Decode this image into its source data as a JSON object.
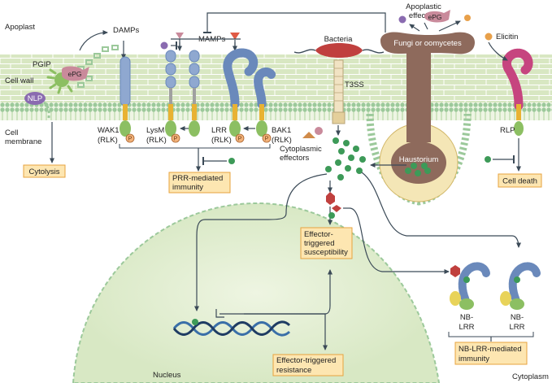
{
  "regions": {
    "apoplast": "Apoplast",
    "cell_wall": "Cell wall",
    "cell_membrane": [
      "Cell",
      "membrane"
    ],
    "cytoplasm": "Cytoplasm",
    "nucleus": "Nucleus"
  },
  "molecules": {
    "damps": "DAMPs",
    "mamps": "MAMPs",
    "pgip": "PGIP",
    "epg_wall": "ePG",
    "nlp": "NLP",
    "apoplastic_effectors": [
      "Apoplastic",
      "effectors"
    ],
    "epg_fungi": "ePG",
    "elicitin": "Elicitin",
    "bacteria": "Bacteria",
    "fungi": "Fungi or oomycetes",
    "t3ss": "T3SS",
    "haustorium": "Haustorium",
    "cytoplasmic_effectors": [
      "Cytoplasmic",
      "effectors"
    ],
    "phospho": "P"
  },
  "receptors": [
    {
      "name": "WAK1",
      "type": "(RLK)"
    },
    {
      "name": "LysM",
      "type": "(RLK)"
    },
    {
      "name": "LRR",
      "type": "(RLK)"
    },
    {
      "name": "BAK1",
      "type": "(RLK)"
    },
    {
      "name": "RLP",
      "type": ""
    }
  ],
  "nb_lrr": [
    {
      "name": [
        "NB-",
        "LRR"
      ]
    },
    {
      "name": [
        "NB-",
        "LRR"
      ]
    }
  ],
  "outcome_boxes": {
    "cytolysis": [
      "Cytolysis"
    ],
    "prr": [
      "PRR-mediated",
      "immunity"
    ],
    "cell_death": [
      "Cell death"
    ],
    "ets": [
      "Effector-",
      "triggered",
      "susceptibility"
    ],
    "etr": [
      "Effector-triggered",
      "resistance"
    ],
    "nb_lrr_immunity": [
      "NB-LRR-mediated",
      "immunity"
    ]
  },
  "colors": {
    "cell_wall": "#d8e7c2",
    "membrane": "#9cc99b",
    "box_fill": "#fde6b1",
    "box_stroke": "#e7a33e",
    "effector": "#3d9a58",
    "receptor_blue": "#6a89bb",
    "receptor_pink": "#c6457f",
    "bacteria": "#c0403e",
    "fungus": "#8e6a5c",
    "domain_yellow": "#e8b233",
    "domain_green": "#8cbf62"
  }
}
